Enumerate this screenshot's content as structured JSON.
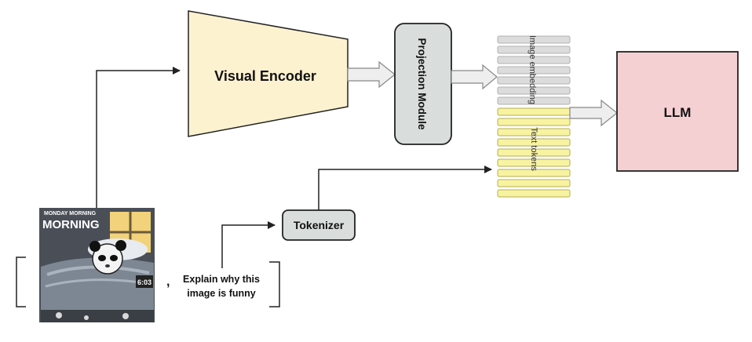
{
  "diagram": {
    "visual_encoder_label": "Visual Encoder",
    "projection_module_label": "Projection Module",
    "image_embedding_label": "Image embedding",
    "text_tokens_label": "Text tokens",
    "llm_label": "LLM",
    "tokenizer_label": "Tokenizer",
    "prompt_line_1": "Explain why this",
    "prompt_line_2": "image is funny",
    "separator_comma": ",",
    "photo": {
      "title_small": "MONDAY MORNING",
      "title_large": "MORNING",
      "clock_text": "6:03"
    },
    "colors": {
      "encoder_fill": "#fdf2d0",
      "projection_fill": "#d9dedd",
      "embedding_token_fill": "#dcdcdc",
      "text_token_fill": "#f8f3a0",
      "llm_fill": "#f5d0d3",
      "tokenizer_fill": "#d9dedd",
      "arrow_fill": "#eeeeee"
    }
  }
}
